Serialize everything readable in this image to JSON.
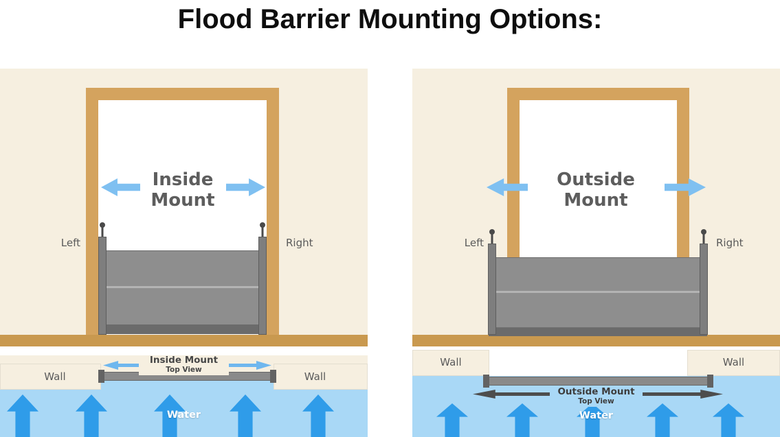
{
  "title": "Flood Barrier Mounting Options:",
  "colors": {
    "cream": "#f6efe0",
    "frame-tan": "#d4a35e",
    "floor-tan": "#c9994f",
    "barrier-gray": "#8e8e8e",
    "barrier-dark": "#6b6b6b",
    "post-gray": "#7e7e7e",
    "mount-arrow-blue": "#7fc0f1",
    "water-blue": "#a9d8f6",
    "water-arrow-blue": "#2f9ce9",
    "dark-arrow": "#4d4d4d",
    "label-gray": "#5a5a5a",
    "mount-text": "#5d5d5d"
  },
  "panels": {
    "inside": {
      "mount_label": "Inside Mount",
      "left_label": "Left",
      "right_label": "Right",
      "top_view": {
        "title": "Inside Mount",
        "subtitle": "Top View",
        "wall_left_label": "Wall",
        "wall_right_label": "Wall",
        "water_label": "Water"
      }
    },
    "outside": {
      "mount_label": "Outside Mount",
      "left_label": "Left",
      "right_label": "Right",
      "top_view": {
        "title": "Outside Mount",
        "subtitle": "Top View",
        "wall_left_label": "Wall",
        "wall_right_label": "Wall",
        "water_label": "Water"
      }
    }
  }
}
